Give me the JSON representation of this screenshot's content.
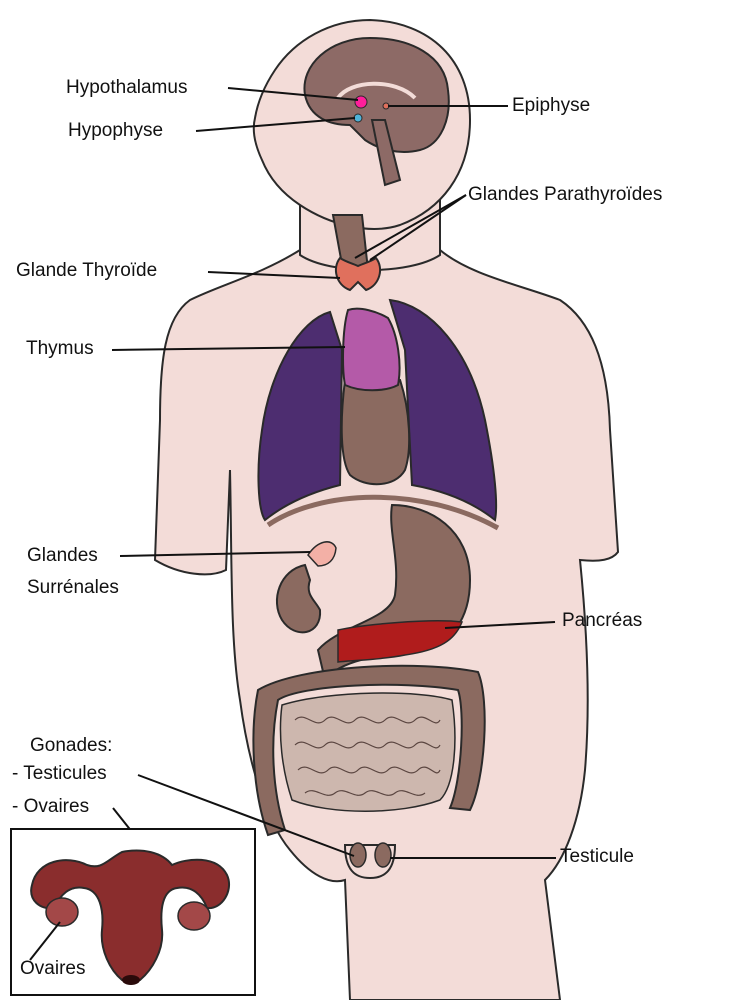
{
  "labels": {
    "hypothalamus": "Hypothalamus",
    "hypophyse": "Hypophyse",
    "epiphyse": "Epiphyse",
    "parathyroides": "Glandes Parathyroïdes",
    "thyroide": "Glande Thyroïde",
    "thymus": "Thymus",
    "surrenales_line1": "Glandes",
    "surrenales_line2": "Surrénales",
    "pancreas": "Pancréas",
    "gonades": "Gonades:",
    "testicules": "- Testicules",
    "ovaires": "- Ovaires",
    "testicule": "Testicule",
    "ovaires_inset": "Ovaires"
  },
  "colors": {
    "skin": "#f3dcd8",
    "outline": "#2a2a2a",
    "brain": "#8d6a66",
    "lungs": "#4d2d70",
    "thymus": "#b45aa8",
    "thyroid": "#e0705d",
    "organs": "#8b6a60",
    "adrenal": "#f3b0a6",
    "pancreas": "#b01c1c",
    "intestine": "#cdb7ae",
    "uterus": "#8a2d2d",
    "hypothalamus": "#ff1f9a",
    "hypophyse": "#4fb3d9"
  }
}
